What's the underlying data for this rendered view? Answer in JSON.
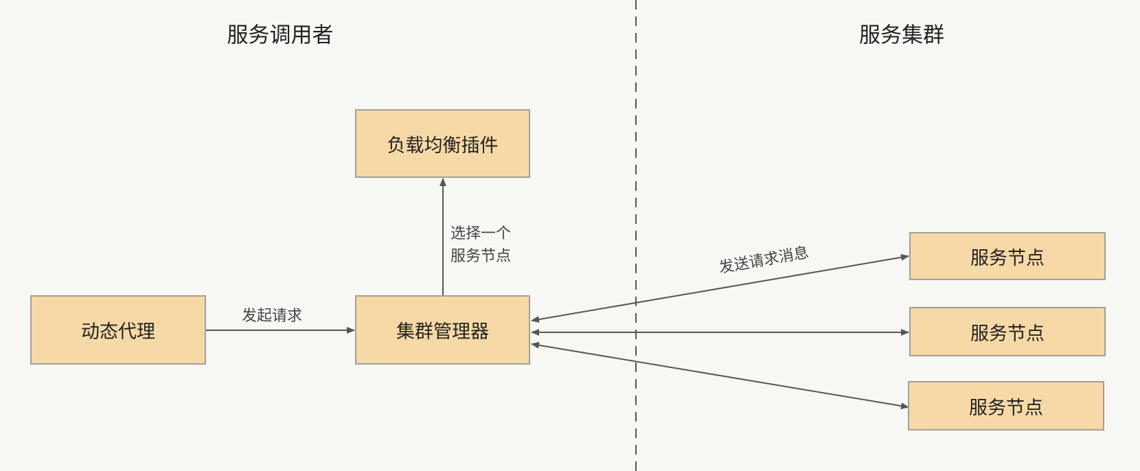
{
  "titles": {
    "caller": "服务调用者",
    "cluster": "服务集群"
  },
  "boxes": {
    "load_balancer": "负载均衡插件",
    "dynamic_proxy": "动态代理",
    "cluster_manager": "集群管理器",
    "nodes": [
      "服务节点",
      "服务节点",
      "服务节点"
    ]
  },
  "labels": {
    "initiate_request": "发起请求",
    "select_node_line1": "选择一个",
    "select_node_line2": "服务节点",
    "send_request": "发送请求消息"
  },
  "colors": {
    "box_fill": "#f6d9a6",
    "line": "#555555",
    "background": "#f7f7f4"
  }
}
